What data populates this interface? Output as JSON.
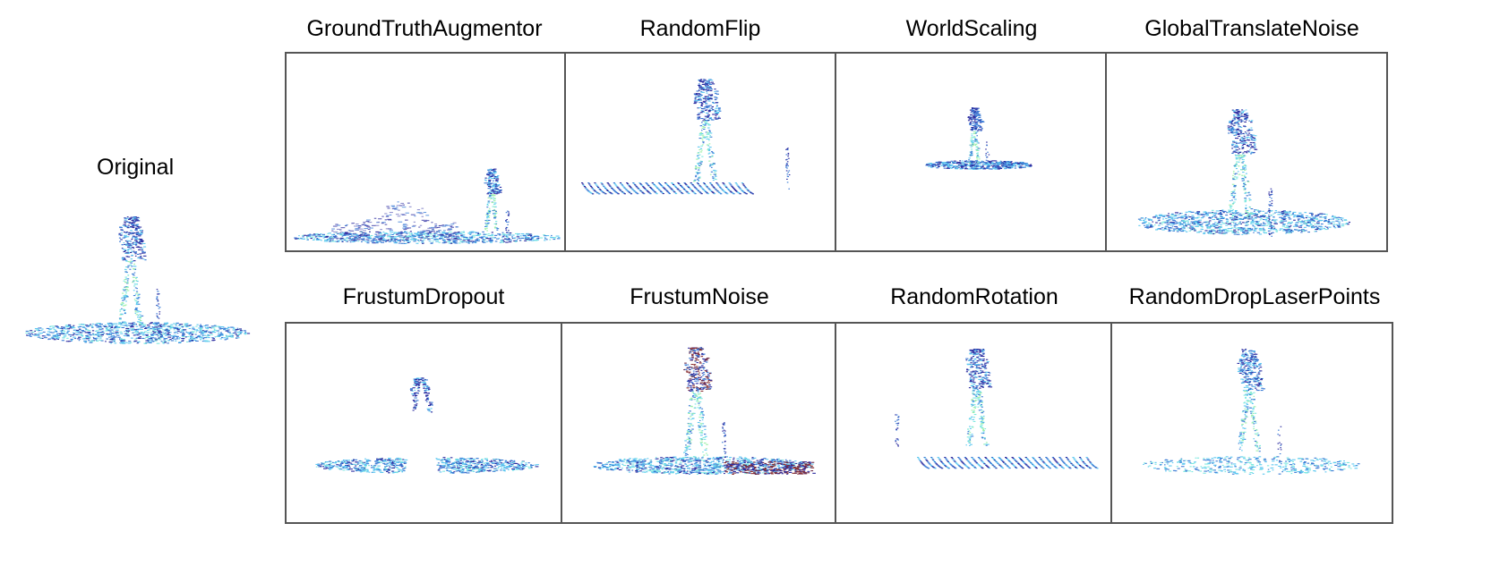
{
  "original": {
    "label": "Original"
  },
  "panels": [
    {
      "id": "gt",
      "label": "GroundTruthAugmentor"
    },
    {
      "id": "flip",
      "label": "RandomFlip"
    },
    {
      "id": "ws",
      "label": "WorldScaling"
    },
    {
      "id": "gtn",
      "label": "GlobalTranslateNoise"
    },
    {
      "id": "fd",
      "label": "FrustumDropout"
    },
    {
      "id": "fn",
      "label": "FrustumNoise"
    },
    {
      "id": "rr",
      "label": "RandomRotation"
    },
    {
      "id": "rdl",
      "label": "RandomDropLaserPoints"
    }
  ],
  "colors": {
    "border": "#555555",
    "pt_dark": "#2c2ca0",
    "pt_blue": "#3a7bd5",
    "pt_light": "#5ec8f0",
    "pt_cyan": "#7ee8e0",
    "pt_green": "#9ef0a8",
    "pt_red": "#8a3030"
  }
}
